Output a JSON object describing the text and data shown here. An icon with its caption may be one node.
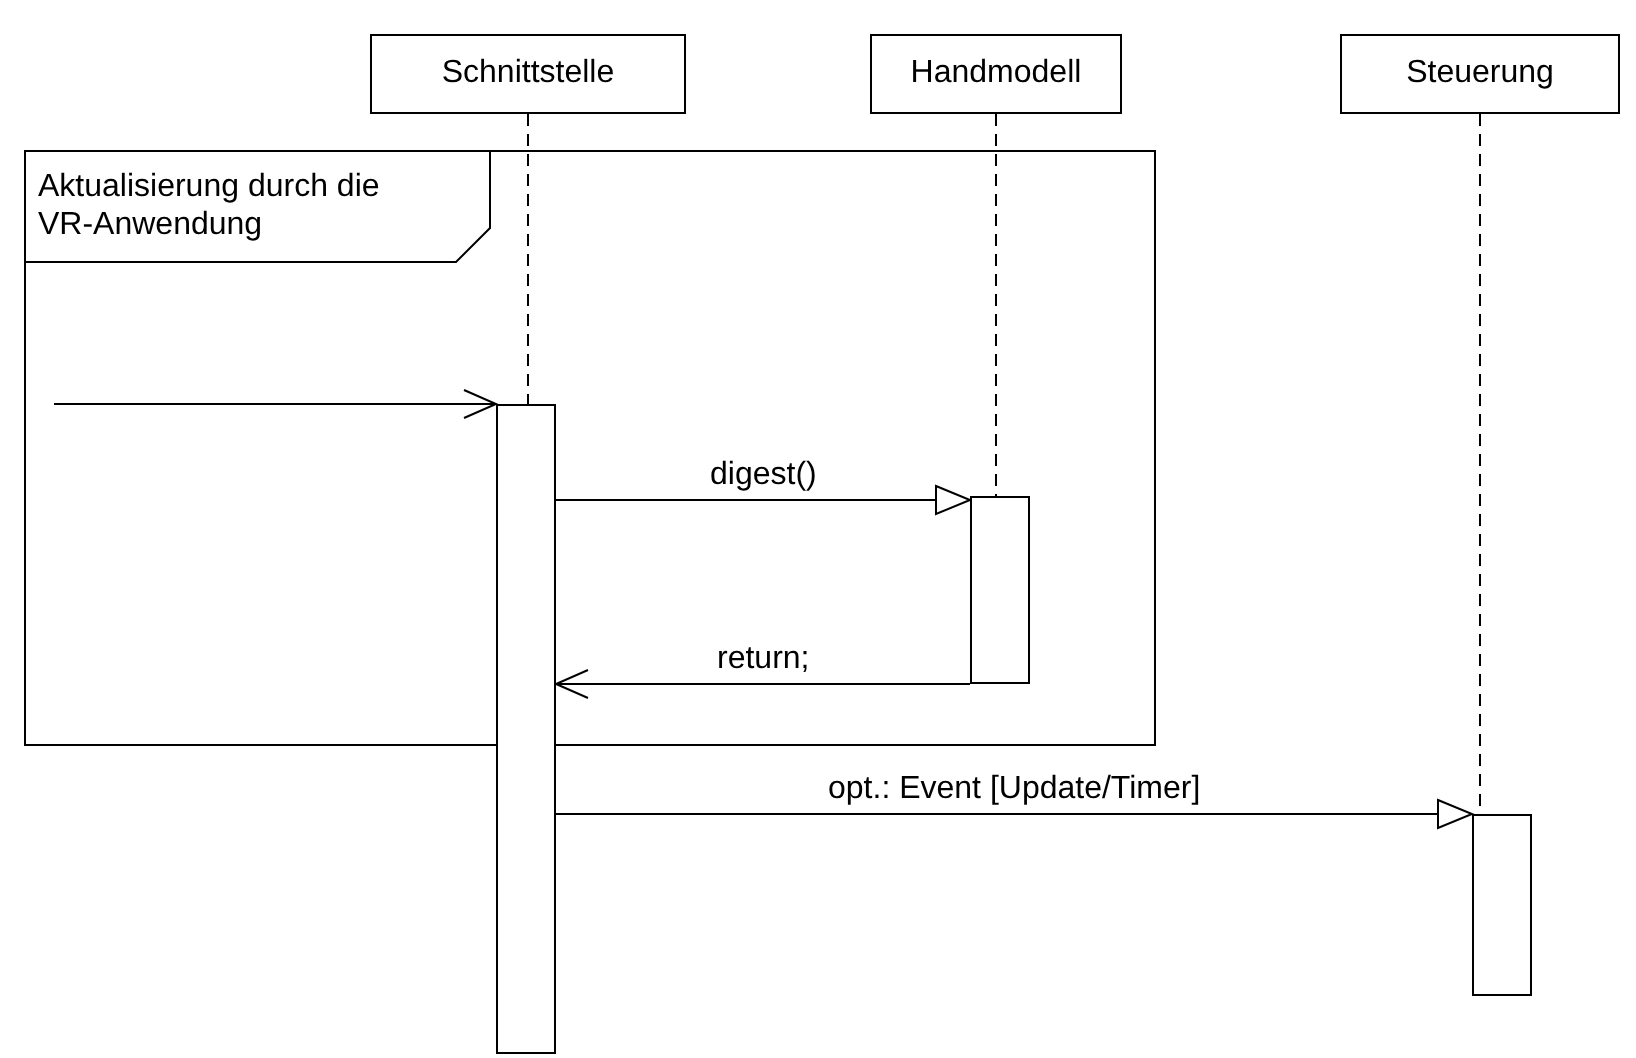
{
  "diagram": {
    "nodes": [
      {
        "text": [
          "Schnittstelle"
        ]
      },
      {
        "text": [
          "Handmodell"
        ]
      },
      {
        "text": [
          "Steuerung"
        ]
      },
      {
        "text": [
          "Aktualisierung durch die VR-Anwendung"
        ]
      },
      {
        "text": [],
        "shape": "bar"
      },
      {
        "text": [],
        "shape": "bar",
        "in": 3
      },
      {
        "text": [],
        "shape": "bar"
      }
    ],
    "edges": [
      {
        "from": 0,
        "to": 4,
        "arrow": "none",
        "style": "dashed"
      },
      {
        "from": 1,
        "to": 5,
        "arrow": "none",
        "style": "dashed"
      },
      {
        "from": 2,
        "to": 6,
        "arrow": "none",
        "style": "dashed"
      },
      {
        "from": null,
        "to": 4,
        "arrow": "to"
      },
      {
        "from": 4,
        "to": 5,
        "arrow": "to",
        "label": "digest()"
      },
      {
        "from": 5,
        "to": 4,
        "arrow": "to",
        "label": "return;"
      },
      {
        "from": 4,
        "to": 6,
        "arrow": "to",
        "label": "opt.: Event [Update/Timer]"
      }
    ]
  }
}
